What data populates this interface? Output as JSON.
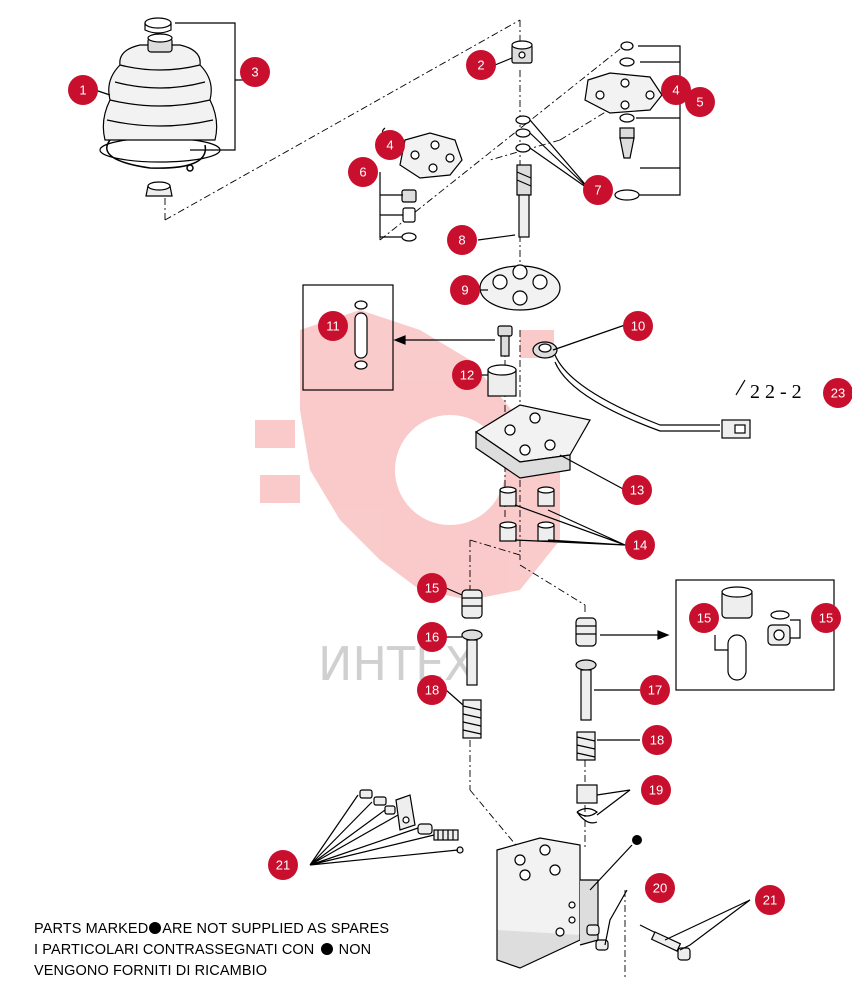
{
  "diagram": {
    "callouts": [
      {
        "label": "1"
      },
      {
        "label": "2"
      },
      {
        "label": "3"
      },
      {
        "label": "4"
      },
      {
        "label": "4"
      },
      {
        "label": "5"
      },
      {
        "label": "6"
      },
      {
        "label": "7"
      },
      {
        "label": "8"
      },
      {
        "label": "9"
      },
      {
        "label": "10"
      },
      {
        "label": "11"
      },
      {
        "label": "12"
      },
      {
        "label": "13"
      },
      {
        "label": "14"
      },
      {
        "label": "15"
      },
      {
        "label": "15"
      },
      {
        "label": "15"
      },
      {
        "label": "16"
      },
      {
        "label": "17"
      },
      {
        "label": "18"
      },
      {
        "label": "18"
      },
      {
        "label": "19"
      },
      {
        "label": "20"
      },
      {
        "label": "21"
      },
      {
        "label": "21"
      },
      {
        "label": "23"
      }
    ],
    "reference_text": "2 2 - 2",
    "watermark": "ИНТЕХ",
    "colors": {
      "callout_fill": "#c8102e",
      "line": "#000000",
      "watermark": "#f26a6a"
    }
  },
  "notes": {
    "line1_before": "PARTS MARKED",
    "line1_after": "ARE NOT SUPPLIED AS SPARES",
    "line2_before": "I PARTICOLARI  CONTRASSEGNATI  CON",
    "line2_after": "NON",
    "line3": "VENGONO FORNITI DI RICAMBIO"
  }
}
